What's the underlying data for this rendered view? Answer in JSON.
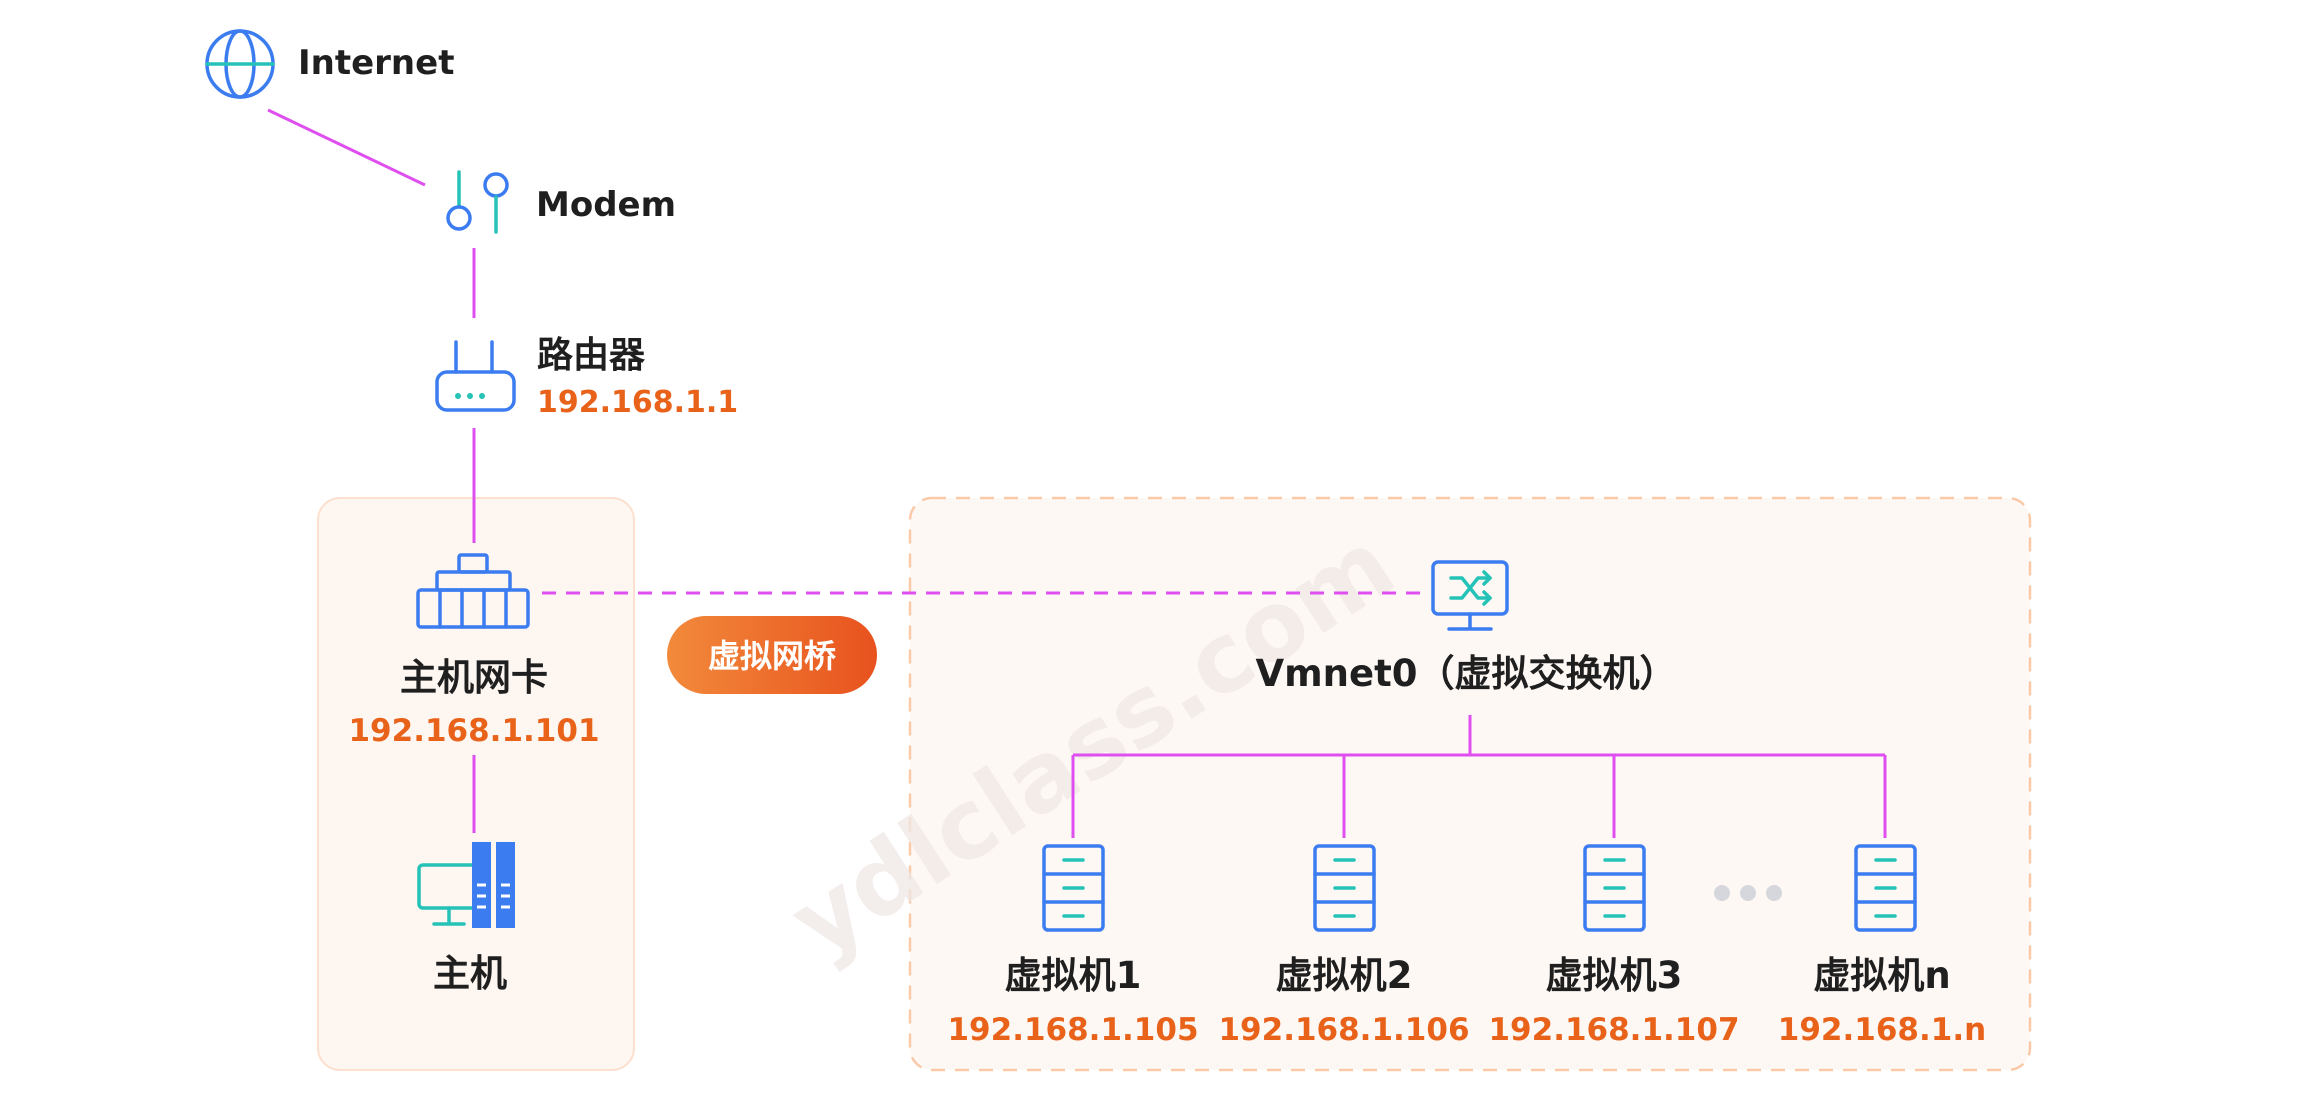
{
  "nodes": {
    "internet": {
      "label": "Internet",
      "icon": "globe-icon"
    },
    "modem": {
      "label": "Modem",
      "icon": "modem-icon"
    },
    "router": {
      "label": "路由器",
      "ip": "192.168.1.1",
      "icon": "router-icon"
    },
    "host_nic": {
      "label": "主机网卡",
      "ip": "192.168.1.101",
      "icon": "network-card-icon"
    },
    "host": {
      "label": "主机",
      "icon": "desktop-computer-icon"
    },
    "vmnet0": {
      "label": "Vmnet0（虚拟交换机）",
      "icon": "virtual-switch-icon"
    }
  },
  "bridge_badge": {
    "label": "虚拟网桥"
  },
  "vms": [
    {
      "label": "虚拟机1",
      "ip": "192.168.1.105"
    },
    {
      "label": "虚拟机2",
      "ip": "192.168.1.106"
    },
    {
      "label": "虚拟机3",
      "ip": "192.168.1.107"
    },
    {
      "label": "虚拟机n",
      "ip": "192.168.1.n"
    }
  ],
  "watermark": "ydlclass.com",
  "colors": {
    "connector": "#df4fef",
    "icon_primary": "#3b7cf0",
    "icon_accent": "#25c2b8",
    "ip_text": "#e8621a",
    "badge_gradient_start": "#f28a3b",
    "badge_gradient_end": "#e8521e",
    "group_fill": "#fef6f1",
    "group_border": "#f9c9a8"
  }
}
